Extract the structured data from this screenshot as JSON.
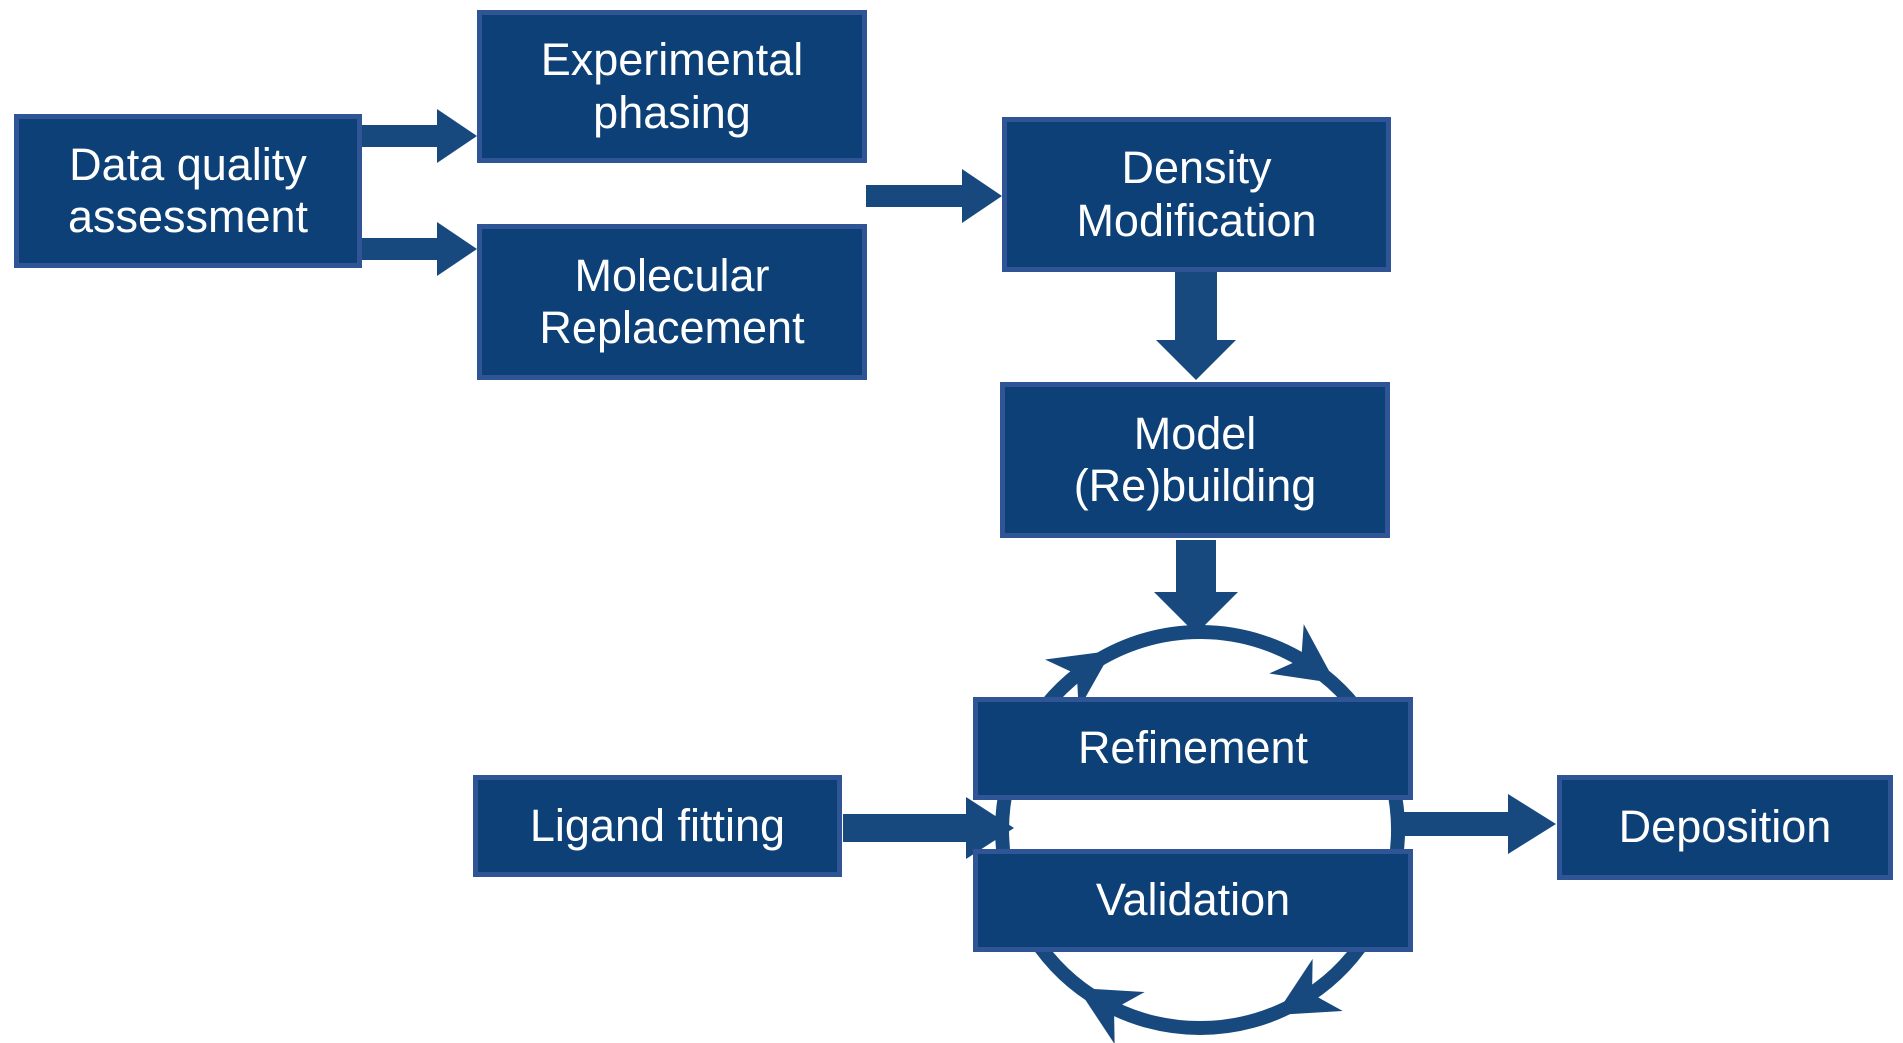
{
  "colors": {
    "background": "#FFFFFF",
    "node_fill": "#0D4077",
    "node_border": "#2F5596",
    "arrow": "#17497E",
    "text": "#FFFFFF"
  },
  "nodes": {
    "data_quality": {
      "label": "Data quality\nassessment"
    },
    "experimental_phasing": {
      "label": "Experimental\nphasing"
    },
    "molecular_replacement": {
      "label": "Molecular\nReplacement"
    },
    "density_modification": {
      "label": "Density\nModification"
    },
    "model_rebuilding": {
      "label": "Model\n(Re)building"
    },
    "refinement": {
      "label": "Refinement"
    },
    "validation": {
      "label": "Validation"
    },
    "ligand_fitting": {
      "label": "Ligand fitting"
    },
    "deposition": {
      "label": "Deposition"
    }
  },
  "edges": [
    {
      "from": "data_quality",
      "to": "experimental_phasing"
    },
    {
      "from": "data_quality",
      "to": "molecular_replacement"
    },
    {
      "from": "experimental_phasing + molecular_replacement",
      "to": "density_modification"
    },
    {
      "from": "density_modification",
      "to": "model_rebuilding"
    },
    {
      "from": "model_rebuilding",
      "to": "refinement_validation_cycle"
    },
    {
      "from": "ligand_fitting",
      "to": "refinement_validation_cycle"
    },
    {
      "from": "refinement_validation_cycle",
      "to": "deposition"
    }
  ],
  "cycle": {
    "members": [
      "refinement",
      "validation"
    ],
    "direction": "clockwise",
    "arrowhead_count": 4
  }
}
